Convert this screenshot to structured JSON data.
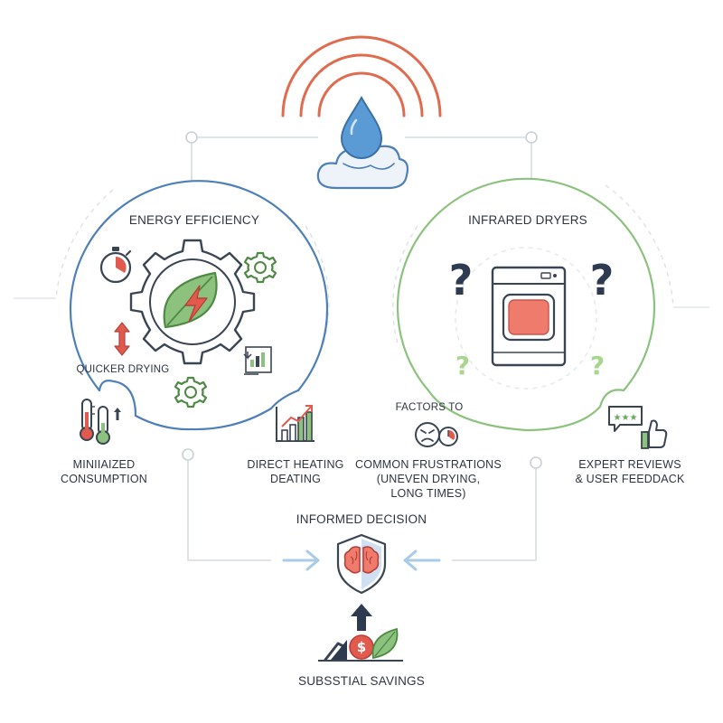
{
  "colors": {
    "blue_ring": "#4d7fb8",
    "green_ring": "#8cc27e",
    "red_wave": "#e06b4f",
    "dark_text": "#2e3440",
    "navy": "#2d3a4f",
    "light_green": "#a8d68f",
    "red_accent": "#e05a4e"
  },
  "left_panel": {
    "title": "ENERGY EFFICIENCY",
    "quicker_label": "QUICKER DRYING",
    "minimized": {
      "line1": "MINIIAIZED",
      "line2": "CONSUMPTION"
    },
    "direct": {
      "line1": "DIRECT HEATING",
      "line2": "DEATING"
    }
  },
  "right_panel": {
    "title": "INFRARED DRYERS",
    "factors_label": "FACTORS TO",
    "frustrations": {
      "line1": "COMMON FRUSTRATIONS",
      "line2": "(UNEVEN DRYING,",
      "line3": "LONG TIMES)"
    },
    "expert": {
      "line1": "EXPERT REVIEWS",
      "line2": "& USER FEEDDACK"
    }
  },
  "bottom": {
    "decision_label": "INFORMED DECISION",
    "savings_label": "SUBSSTIAL SAVINGS"
  },
  "icons": [
    "water-drop-icon",
    "cloud-icon",
    "signal-wave-icon",
    "gear-icon",
    "leaf-icon",
    "lightning-icon",
    "stopwatch-icon",
    "thermometer-icon",
    "bar-chart-icon",
    "dryer-icon",
    "question-mark-icon",
    "frustrated-face-icon",
    "clock-icon",
    "review-bubble-icon",
    "thumbs-up-icon",
    "shield-icon",
    "brain-icon",
    "arrow-up-icon",
    "dollar-coin-icon"
  ]
}
